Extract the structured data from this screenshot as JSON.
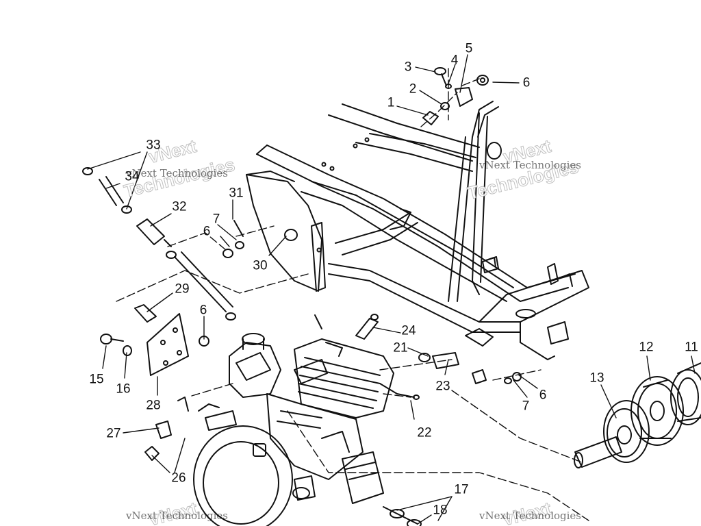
{
  "callouts": [
    "1",
    "2",
    "3",
    "4",
    "5",
    "6",
    "6",
    "6",
    "6",
    "7",
    "7",
    "11",
    "12",
    "13",
    "15",
    "16",
    "17",
    "18",
    "21",
    "22",
    "23",
    "24",
    "26",
    "27",
    "28",
    "29",
    "30",
    "31",
    "32",
    "33",
    "34"
  ],
  "watermarks": {
    "text": "vNext Technologies",
    "brand_word_1": "vNext",
    "brand_word_2": "Technologies"
  },
  "colors": {
    "line": "#111111",
    "background": "#ffffff"
  }
}
